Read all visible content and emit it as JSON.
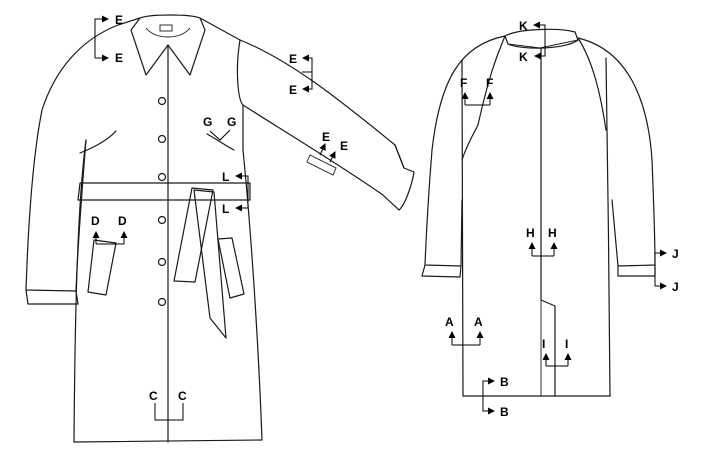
{
  "colors": {
    "stroke": "#1a1a1a",
    "background": "#ffffff",
    "label": "#000000"
  },
  "front": {
    "labels": {
      "e_collar_top": "E",
      "e_collar_bottom": "E",
      "e_sleeve_top": "E",
      "e_sleeve_bottom": "E",
      "e_cuff_left": "E",
      "e_cuff_right": "E",
      "g_left": "G",
      "g_right": "G",
      "l_top": "L",
      "l_bottom": "L",
      "d_left": "D",
      "d_right": "D",
      "c_left": "C",
      "c_right": "C"
    }
  },
  "back": {
    "labels": {
      "k_top": "K",
      "k_bottom": "K",
      "f_left": "F",
      "f_right": "F",
      "h_left": "H",
      "h_right": "H",
      "a_left": "A",
      "a_right": "A",
      "i_left": "I",
      "i_right": "I",
      "b_top": "B",
      "b_bottom": "B",
      "j_top": "J",
      "j_bottom": "J"
    }
  }
}
